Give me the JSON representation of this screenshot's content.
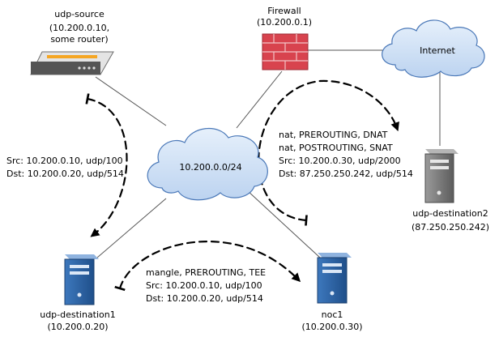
{
  "colors": {
    "cloud_fill": "#cfe0f6",
    "cloud_stroke": "#4a78b8",
    "server_blue": "#2f66a8",
    "server_grey": "#7a7a7a",
    "firewall_red": "#d8434e",
    "router_orange": "#f5a623"
  },
  "nodes": {
    "udp_source": {
      "name": "udp-source",
      "detail": "(10.200.0.10,",
      "detail2": "some router)",
      "icon": "router-icon"
    },
    "firewall": {
      "name": "Firewall",
      "detail": "(10.200.0.1)",
      "icon": "firewall-icon"
    },
    "internet": {
      "name": "Internet",
      "icon": "cloud-icon"
    },
    "lan": {
      "name": "10.200.0.0/24",
      "icon": "cloud-icon"
    },
    "udp_destination2": {
      "name": "udp-destination2",
      "detail": "(87.250.250.242)",
      "icon": "server-icon"
    },
    "udp_destination1": {
      "name": "udp-destination1",
      "detail": "(10.200.0.20)",
      "icon": "server-icon"
    },
    "noc1": {
      "name": "noc1",
      "detail": "(10.200.0.30)",
      "icon": "server-icon"
    }
  },
  "annotations": {
    "left_flow": [
      "Src: 10.200.0.10, udp/100",
      "Dst: 10.200.0.20, udp/514"
    ],
    "nat_flow": [
      "nat, PREROUTING, DNAT",
      "nat, POSTROUTING, SNAT",
      "Src: 10.200.0.30, udp/2000",
      "Dst: 87.250.250.242, udp/514"
    ],
    "tee_flow": [
      "mangle, PREROUTING, TEE",
      "Src: 10.200.0.10, udp/100",
      "Dst: 10.200.0.20, udp/514"
    ]
  }
}
